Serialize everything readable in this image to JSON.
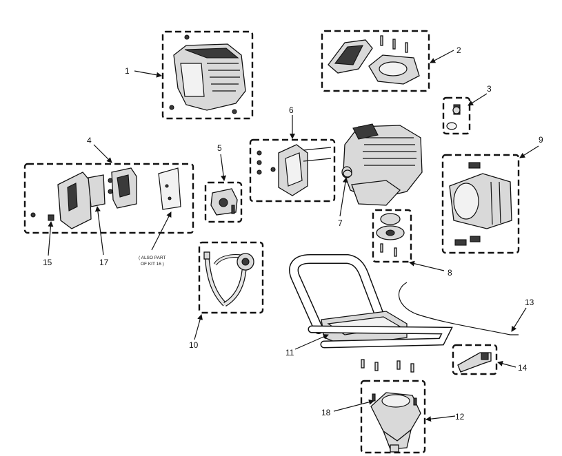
{
  "callouts": {
    "c1": "1",
    "c2": "2",
    "c3": "3",
    "c4": "4",
    "c5": "5",
    "c6": "6",
    "c7": "7",
    "c8": "8",
    "c9": "9",
    "c10": "10",
    "c11": "11",
    "c12": "12",
    "c13": "13",
    "c14": "14",
    "c15": "15",
    "c17": "17",
    "c18": "18"
  },
  "note": {
    "line1": "( ALSO PART",
    "line2": "OF KIT 16 )"
  }
}
